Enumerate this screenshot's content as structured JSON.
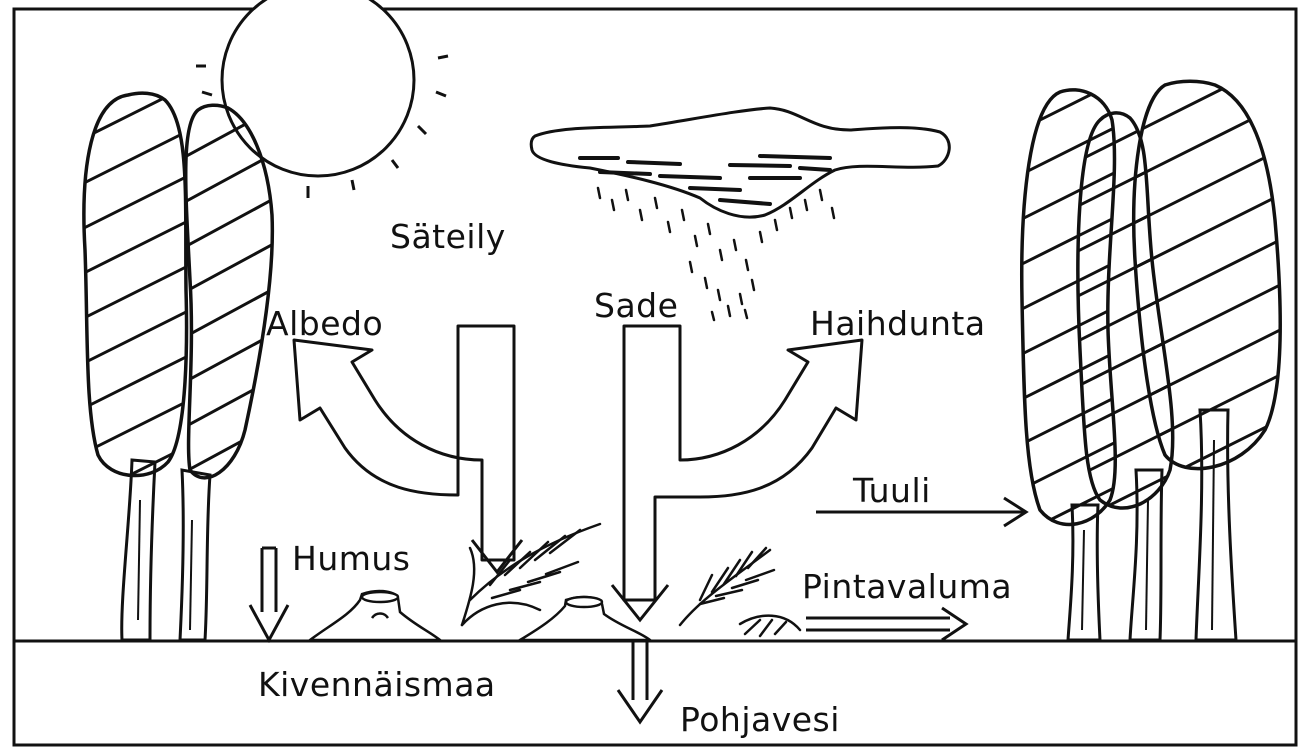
{
  "labels": {
    "sateily": "Säteily",
    "albedo": "Albedo",
    "sade": "Sade",
    "haihdunta": "Haihdunta",
    "tuuli": "Tuuli",
    "humus": "Humus",
    "pintavaluma": "Pintavaluma",
    "kivennaismaa": "Kivennäismaa",
    "pohjavesi": "Pohjavesi"
  },
  "colors": {
    "ink": "#111111",
    "paper": "#ffffff"
  }
}
